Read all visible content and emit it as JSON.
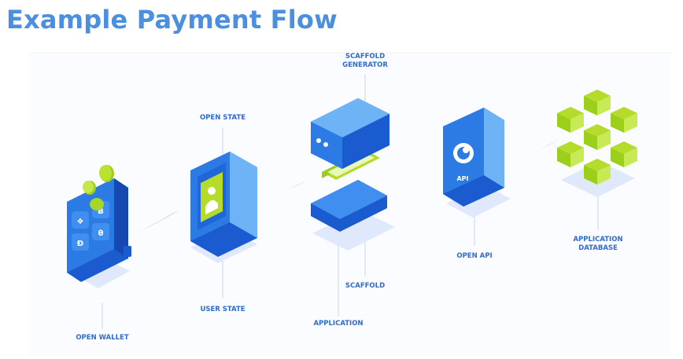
{
  "title": "Example Payment Flow",
  "labels": {
    "open_wallet": "OPEN WALLET",
    "open_state": "OPEN STATE",
    "user_state": "USER STATE",
    "scaffold_generator_1": "SCAFFOLD",
    "scaffold_generator_2": "GENERATOR",
    "scaffold": "SCAFFOLD",
    "application": "APPLICATION",
    "open_api": "OPEN API",
    "application_database_1": "APPLICATION",
    "application_database_2": "DATABASE",
    "api_badge": "API"
  },
  "wallet_coin_symbols": [
    "Ƀ",
    "Đ",
    "θ",
    "❖"
  ],
  "colors": {
    "title": "#4a8fe0",
    "label": "#2f6cc9",
    "block_blue": "#2c7be5",
    "block_blue_dark": "#1a5bd0",
    "block_blue_light": "#6fb3f7",
    "accent_green": "#b5dc2a",
    "shadow": "#dfe9fb",
    "connector": "#bdd0f0"
  }
}
